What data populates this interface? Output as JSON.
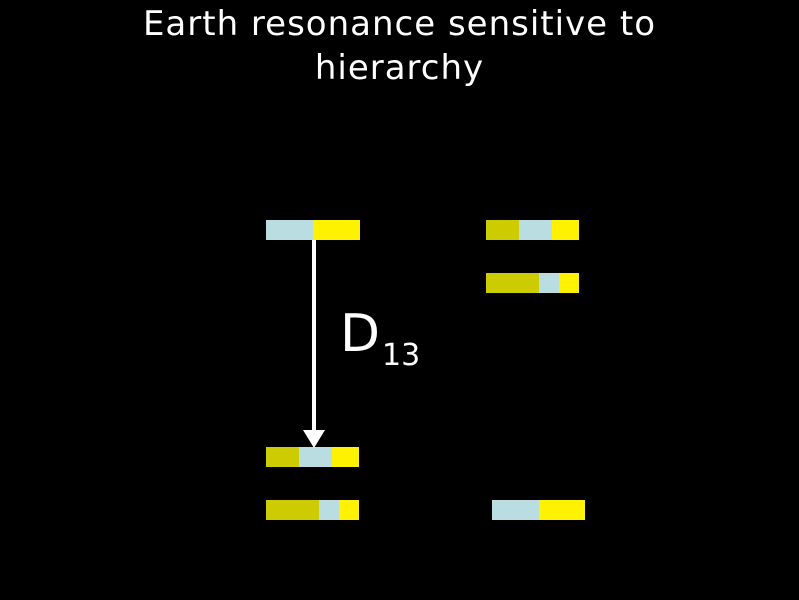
{
  "title": {
    "line1": "Earth resonance sensitive to",
    "line2": "hierarchy"
  },
  "colors": {
    "background": "#000000",
    "cyan": "#b9dde1",
    "yellow": "#fff200",
    "olive": "#cccc00",
    "arrow": "#ffffff"
  },
  "label": {
    "symbol": "D",
    "subscript": "13"
  }
}
